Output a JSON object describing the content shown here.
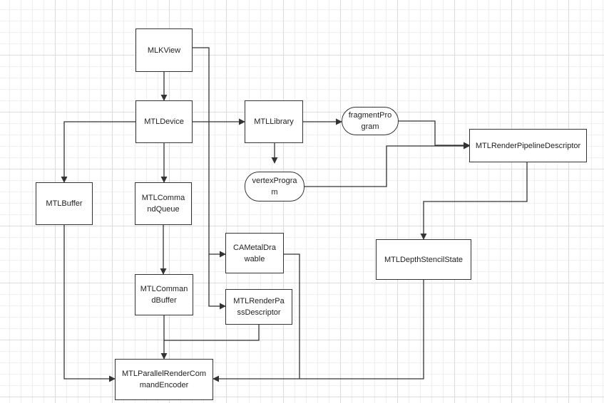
{
  "diagram": {
    "nodes": {
      "mlkview": "MLKView",
      "mtldevice": "MTLDevice",
      "mtllibrary": "MTLLibrary",
      "fragment_program": "fragmentProgram",
      "render_pipeline_descriptor": "MTLRenderPipelineDescriptor",
      "vertex_program": "vertexProgram",
      "mtlbuffer": "MTLBuffer",
      "command_queue": "MTLCommandQueue",
      "metal_drawable": "CAMetalDrawable",
      "depth_stencil_state": "MTLDepthStencilState",
      "command_buffer": "MTLCommandBuffer",
      "render_pass_descriptor": "MTLRenderPassDescriptor",
      "parallel_render_command_encoder": "MTLParallelRenderCommandEncoder"
    },
    "edges": [
      {
        "from": "MLKView",
        "to": "MTLDevice"
      },
      {
        "from": "MLKView",
        "to": "CAMetalDrawable"
      },
      {
        "from": "MLKView",
        "to": "MTLRenderPassDescriptor"
      },
      {
        "from": "MTLDevice",
        "to": "MTLLibrary"
      },
      {
        "from": "MTLDevice",
        "to": "MTLBuffer"
      },
      {
        "from": "MTLDevice",
        "to": "MTLCommandQueue"
      },
      {
        "from": "MTLLibrary",
        "to": "fragmentProgram"
      },
      {
        "from": "MTLLibrary",
        "to": "vertexProgram"
      },
      {
        "from": "fragmentProgram",
        "to": "MTLRenderPipelineDescriptor"
      },
      {
        "from": "vertexProgram",
        "to": "MTLRenderPipelineDescriptor"
      },
      {
        "from": "MTLRenderPipelineDescriptor",
        "to": "MTLDepthStencilState"
      },
      {
        "from": "MTLCommandQueue",
        "to": "MTLCommandBuffer"
      },
      {
        "from": "MTLCommandBuffer",
        "to": "MTLParallelRenderCommandEncoder"
      },
      {
        "from": "MTLRenderPassDescriptor",
        "to": "MTLParallelRenderCommandEncoder"
      },
      {
        "from": "MTLBuffer",
        "to": "MTLParallelRenderCommandEncoder"
      },
      {
        "from": "CAMetalDrawable",
        "to": "MTLParallelRenderCommandEncoder"
      },
      {
        "from": "MTLDepthStencilState",
        "to": "MTLParallelRenderCommandEncoder"
      }
    ],
    "colors": {
      "line": "#333333",
      "node_border": "#333333",
      "grid": "#dcdcdc"
    }
  }
}
